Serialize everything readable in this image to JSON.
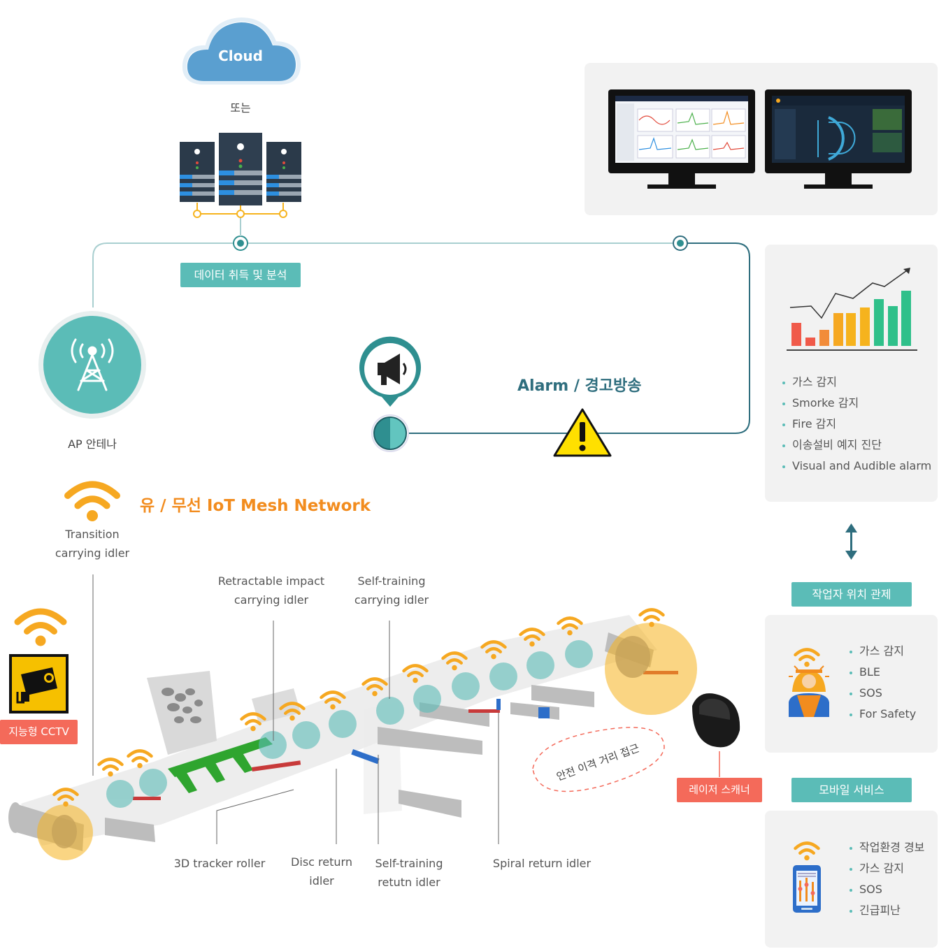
{
  "top": {
    "cloud_label": "Cloud",
    "or_label": "또는",
    "data_tag": "데이터 취득 및 분석"
  },
  "antenna": {
    "label": "AP 안테나"
  },
  "alarm": {
    "label": "Alarm / 경고방송"
  },
  "network": {
    "title": "유 / 무선 IoT Mesh Network"
  },
  "cctv": {
    "label": "지능형 CCTV"
  },
  "laser": {
    "label": "레이저 스캐너"
  },
  "safety_distance": "안전 이격 거리 접근",
  "idlers": {
    "transition": "Transition\ncarrying idler",
    "retractable": "Retractable impact\ncarrying idler",
    "self_training_carrying": "Self-training\ncarrying idler",
    "tracker": "3D tracker roller",
    "disc": "Disc return\nidler",
    "self_training_return": "Self-training\nretutn idler",
    "spiral": "Spiral return idler"
  },
  "monitoring_panel": {
    "items": [
      "가스 감지",
      "Smorke 감지",
      "Fire 감지",
      "이송설비 예지 진단",
      "Visual and Audible alarm"
    ]
  },
  "worker_panel": {
    "tag": "작업자 위치 관제",
    "items": [
      "가스 감지",
      "BLE",
      "SOS",
      "For Safety"
    ]
  },
  "mobile_panel": {
    "tag": "모바일 서비스",
    "items": [
      "작업환경 경보",
      "가스 감지",
      "SOS",
      "긴급피난"
    ]
  },
  "colors": {
    "teal": "#5bbcb7",
    "dark_teal": "#2f6e7e",
    "orange": "#f28c1e",
    "wifi": "#f6a821",
    "red_tag": "#f46a5a",
    "cloud": "#5a9fd0"
  },
  "bar_chart_icon": {
    "bars": [
      3,
      1,
      2,
      4,
      4,
      5,
      6,
      5,
      7
    ]
  }
}
